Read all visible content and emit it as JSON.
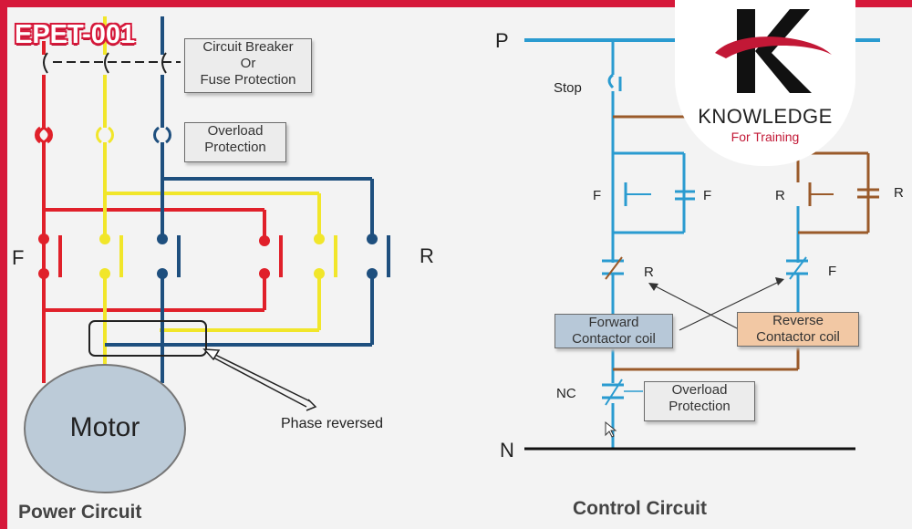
{
  "badge": {
    "text": "EPET-001"
  },
  "logo": {
    "name": "KNOWLEDGE",
    "sub": "For Training"
  },
  "power": {
    "breaker_label_1": "Circuit Breaker",
    "breaker_label_2": "Or",
    "breaker_label_3": "Fuse Protection",
    "overload_1": "Overload",
    "overload_2": "Protection",
    "forward": "F",
    "reverse": "R",
    "motor": "Motor",
    "phase_reversed": "Phase reversed",
    "title": "Power Circuit"
  },
  "control": {
    "p": "P",
    "n": "N",
    "stop": "Stop",
    "f_left": "F",
    "f_right": "F",
    "r_left": "R",
    "r_right": "R",
    "r_interlock": "R",
    "f_interlock": "F",
    "forward_coil_1": "Forward",
    "forward_coil_2": "Contactor coil",
    "reverse_coil_1": "Reverse",
    "reverse_coil_2": "Contactor coil",
    "nc": "NC",
    "overload_1": "Overload",
    "overload_2": "Protection",
    "title": "Control Circuit"
  },
  "colors": {
    "phase1": "#e0202a",
    "phase2": "#f1e62a",
    "phase3": "#1e4f7e",
    "control": "#2a9bd0",
    "interlock": "#9a5a2a",
    "accent": "#d6183a"
  }
}
